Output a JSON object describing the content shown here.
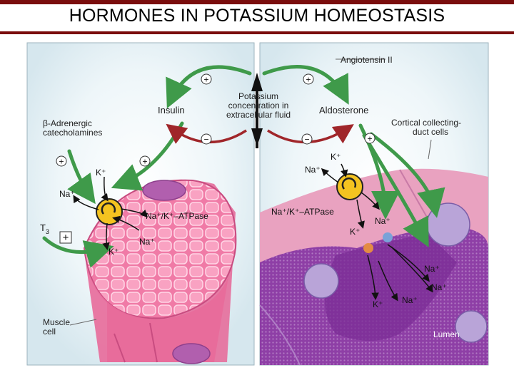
{
  "title": "HORMONES IN POTASSIUM HOMEOSTASIS",
  "labels": {
    "angiotensin": "Angiotensin II",
    "potassium_1": "Potassium",
    "potassium_2": "concentration in",
    "potassium_3": "extracellular fluid",
    "insulin": "Insulin",
    "aldosterone": "Aldosterone",
    "beta_1": "β-Adrenergic",
    "beta_2": "catecholamines",
    "cortical_1": "Cortical collecting-",
    "cortical_2": "duct cells",
    "muscle_1": "Muscle",
    "muscle_2": "cell",
    "lumen": "Lumen",
    "t3": "T",
    "t3_sub": "3"
  },
  "ions": {
    "k_plus": "K⁺",
    "na_plus": "Na⁺",
    "pump": "Na⁺/K⁺–ATPase"
  },
  "signs": {
    "plus": "+",
    "minus": "−"
  },
  "colors": {
    "title_bar": "#7a0d0d",
    "stimulate_arrow": "#3f9a4a",
    "inhibit_arrow": "#a0262a",
    "muscle": "#e86a9a",
    "duct_cells": "#9a4aa8",
    "background_panel": "#e6f1f6"
  }
}
